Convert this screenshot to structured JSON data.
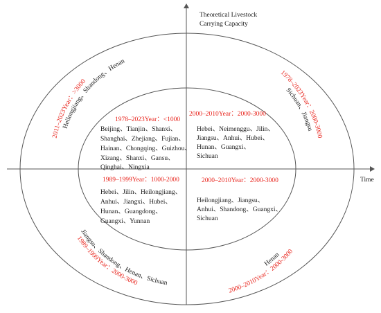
{
  "axes": {
    "y_label_line1": "Theoretical Livestock",
    "y_label_line2": "Carrying Capacity",
    "x_label": "Time"
  },
  "inner": {
    "tl": {
      "title": "1978–2023Year：<1000",
      "lines": [
        "Beijing、Tianjin、Shanxi、",
        "Shanghai、Zhejiang、Fujian、",
        "Hainan、Chongqing、Guizhou、",
        "Xizang、Shanxi、Gansu、",
        "Qinghai、Ningxia"
      ]
    },
    "tr": {
      "title": "2000–2010Year：2000-3000",
      "lines": [
        "Hebei、Neimenggu、Jilin、",
        "Jiangsu、Anhui、Hubei、",
        "Hunan、Guangxi、",
        "Sichuan"
      ]
    },
    "bl": {
      "title": "1989–1999Year：1000-2000",
      "lines": [
        "Hebei、Jilin、Heilongjiang、",
        "Anhui、Jiangxi、Hubei、",
        "Hunan、Guangdong、",
        "Guangxi、Yunnan"
      ]
    },
    "br": {
      "title": "2000–2010Year：2000-3000",
      "lines": [
        "Heilongjiang、Jiangsu、",
        "Anhui、Shandong、Guangxi、",
        "Sichuan"
      ]
    }
  },
  "outer": {
    "tl": {
      "title": "2011–2023Year：>3000",
      "provinces": "Heilongjiang、Shandong、Henan"
    },
    "tr": {
      "title": "1978–2023Year：2000-3000",
      "provinces": "Sichuan、Jiangsu"
    },
    "bl": {
      "title": "1989–1999Year：2000-3000",
      "provinces": "Jiangsu、Shandong、Henan、Sichuan"
    },
    "br": {
      "title": "2000–2010Year：2000-3000",
      "provinces": "Henan"
    }
  },
  "colors": {
    "highlight": "#e8231b",
    "text": "#1a1a1a",
    "line": "#555555"
  }
}
